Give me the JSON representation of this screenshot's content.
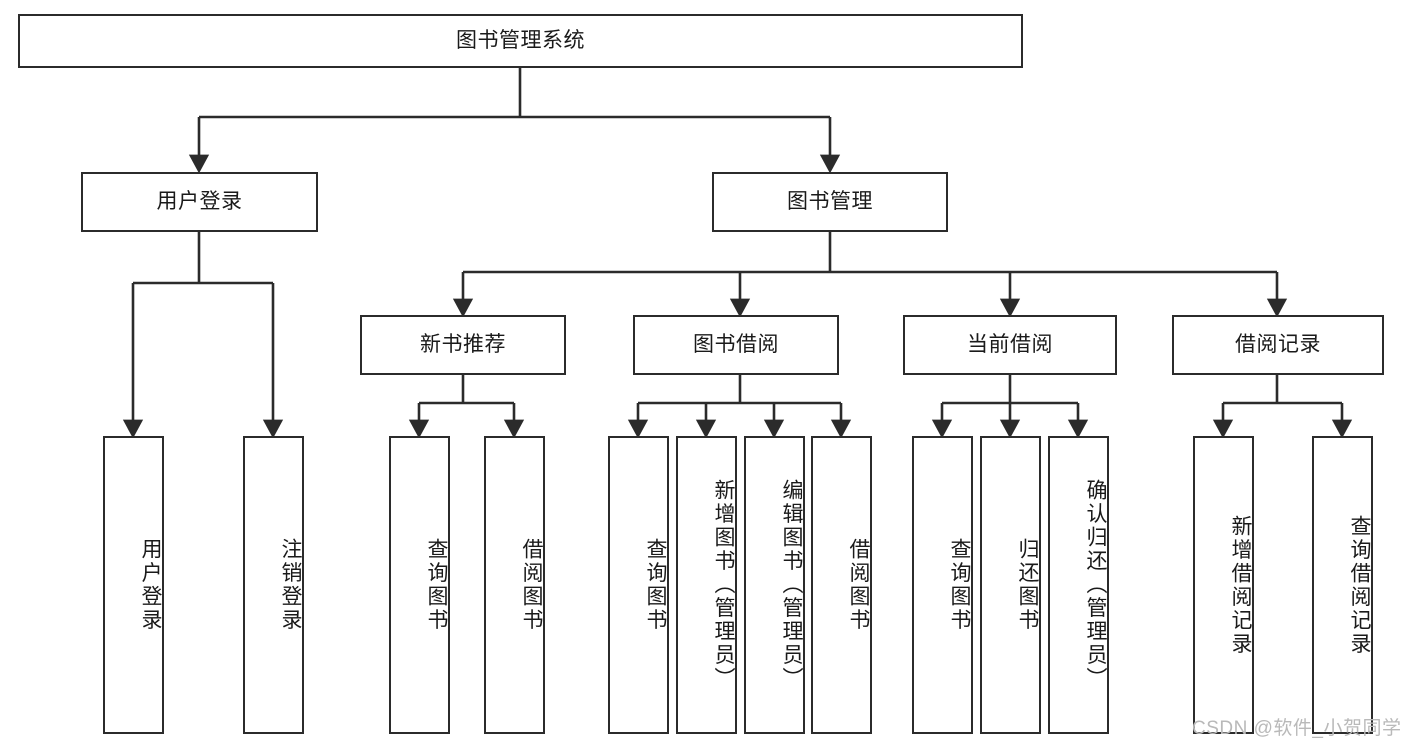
{
  "diagram": {
    "type": "tree-hierarchy",
    "title": "图书管理系统",
    "watermark": "CSDN @软件_小贺同学",
    "colors": {
      "stroke": "#2b2b2b",
      "fill": "#ffffff",
      "text": "#1a1a1a",
      "watermark": "#b9b9b9"
    },
    "nodes": {
      "root": {
        "label": "图书管理系统",
        "level": 0
      },
      "l1": [
        {
          "id": "user-login",
          "label": "用户登录",
          "level": 1
        },
        {
          "id": "book-manage",
          "label": "图书管理",
          "level": 1
        }
      ],
      "l2": [
        {
          "id": "new-book-recommend",
          "label": "新书推荐",
          "level": 2,
          "parent": "book-manage"
        },
        {
          "id": "book-borrow",
          "label": "图书借阅",
          "level": 2,
          "parent": "book-manage"
        },
        {
          "id": "current-borrow",
          "label": "当前借阅",
          "level": 2,
          "parent": "book-manage"
        },
        {
          "id": "borrow-record",
          "label": "借阅记录",
          "level": 2,
          "parent": "book-manage"
        }
      ],
      "leaves": [
        {
          "id": "leaf-user-login",
          "label": "用户登录",
          "parent": "user-login"
        },
        {
          "id": "leaf-user-logout",
          "label": "注销登录",
          "parent": "user-login"
        },
        {
          "id": "leaf-query-book-1",
          "label": "查询图书",
          "parent": "new-book-recommend"
        },
        {
          "id": "leaf-borrow-book-1",
          "label": "借阅图书",
          "parent": "new-book-recommend"
        },
        {
          "id": "leaf-query-book-2",
          "label": "查询图书",
          "parent": "book-borrow"
        },
        {
          "id": "leaf-add-book",
          "label": "新增图书（管理员）",
          "parent": "book-borrow"
        },
        {
          "id": "leaf-edit-book",
          "label": "编辑图书（管理员）",
          "parent": "book-borrow"
        },
        {
          "id": "leaf-borrow-book-2",
          "label": "借阅图书",
          "parent": "book-borrow"
        },
        {
          "id": "leaf-query-book-3",
          "label": "查询图书",
          "parent": "current-borrow"
        },
        {
          "id": "leaf-return-book",
          "label": "归还图书",
          "parent": "current-borrow"
        },
        {
          "id": "leaf-confirm-return",
          "label": "确认归还（管理员）",
          "parent": "current-borrow"
        },
        {
          "id": "leaf-add-record",
          "label": "新增借阅记录",
          "parent": "borrow-record"
        },
        {
          "id": "leaf-query-record",
          "label": "查询借阅记录",
          "parent": "borrow-record"
        }
      ]
    }
  }
}
